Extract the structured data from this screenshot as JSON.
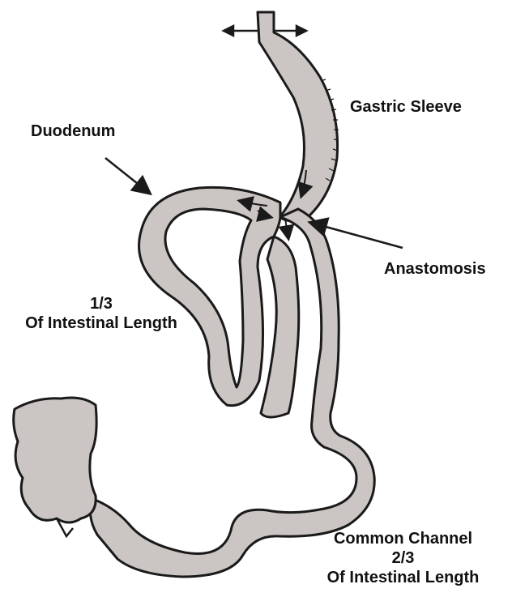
{
  "labels": {
    "gastric_sleeve": "Gastric Sleeve",
    "duodenum": "Duodenum",
    "anastomosis": "Anastomosis",
    "one_third_line1": "1/3",
    "one_third_line2": "Of Intestinal Length",
    "common_channel_line1": "Common Channel",
    "common_channel_line2": "2/3",
    "common_channel_line3": "Of Intestinal Length"
  },
  "colors": {
    "tube_fill": "#cbc6c3",
    "outline": "#1a1a1a",
    "background": "#ffffff",
    "text": "#111111"
  }
}
